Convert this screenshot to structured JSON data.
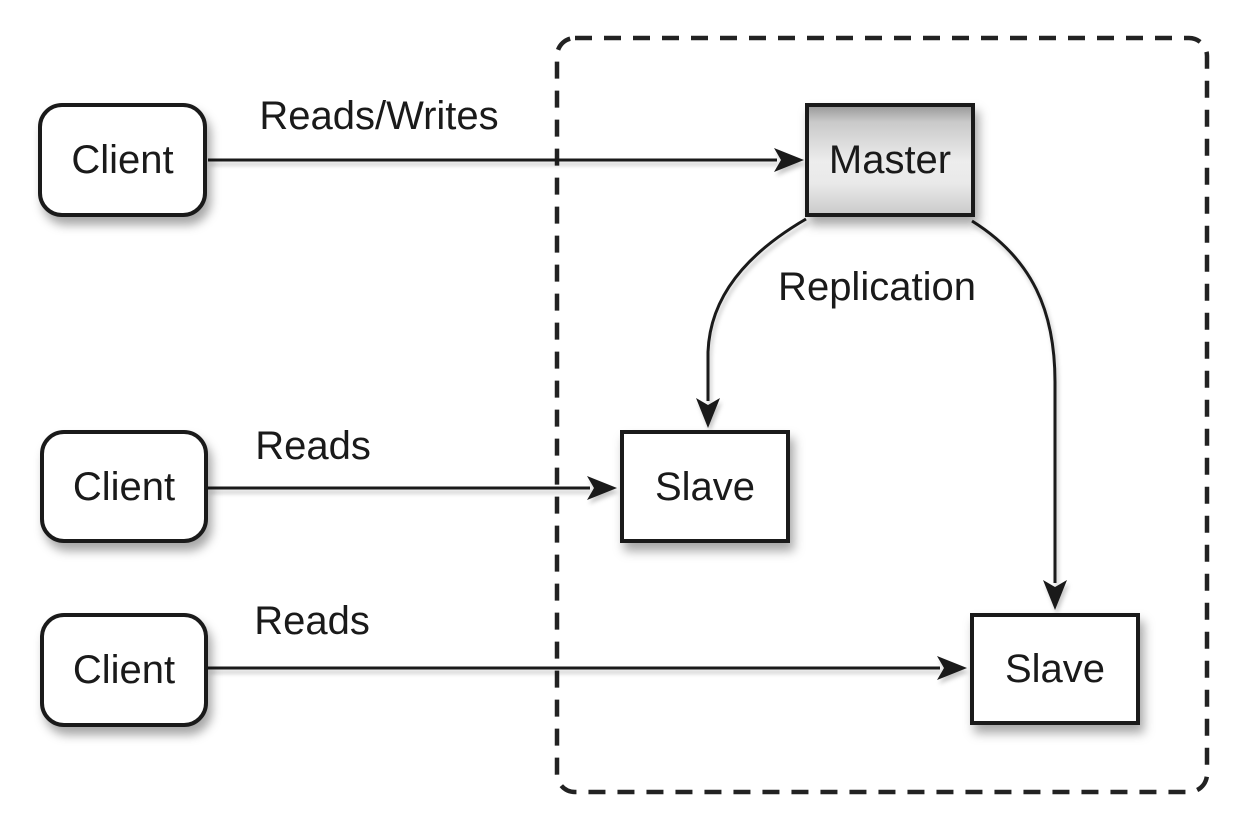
{
  "diagram": {
    "type": "architecture-diagram",
    "subject": "master-slave-replication",
    "colors": {
      "background": "#ffffff",
      "stroke": "#1a1a1a",
      "node_fill": "#ffffff",
      "master_grad_top": "#9c9c9c",
      "master_grad_mid": "#ededed",
      "master_grad_bottom": "#cccccc"
    },
    "nodes": [
      {
        "id": "client-1",
        "label": "Client",
        "shape": "rounded-rectangle",
        "fill": "white"
      },
      {
        "id": "client-2",
        "label": "Client",
        "shape": "rounded-rectangle",
        "fill": "white"
      },
      {
        "id": "client-3",
        "label": "Client",
        "shape": "rounded-rectangle",
        "fill": "white"
      },
      {
        "id": "master",
        "label": "Master",
        "shape": "rectangle",
        "fill": "gray-gradient"
      },
      {
        "id": "slave-1",
        "label": "Slave",
        "shape": "rectangle",
        "fill": "white"
      },
      {
        "id": "slave-2",
        "label": "Slave",
        "shape": "rectangle",
        "fill": "white"
      }
    ],
    "edges": [
      {
        "from": "client-1",
        "to": "master",
        "label": "Reads/Writes",
        "style": "straight-arrow"
      },
      {
        "from": "client-2",
        "to": "slave-1",
        "label": "Reads",
        "style": "straight-arrow"
      },
      {
        "from": "client-3",
        "to": "slave-2",
        "label": "Reads",
        "style": "straight-arrow"
      },
      {
        "from": "master",
        "to": "slave-1",
        "label": "Replication",
        "style": "curved-arrow"
      },
      {
        "from": "master",
        "to": "slave-2",
        "label": "",
        "style": "curved-arrow"
      }
    ],
    "boundary": {
      "id": "replication-cluster",
      "style": "dashed-rounded-rectangle",
      "contains": [
        "master",
        "slave-1",
        "slave-2"
      ]
    }
  }
}
